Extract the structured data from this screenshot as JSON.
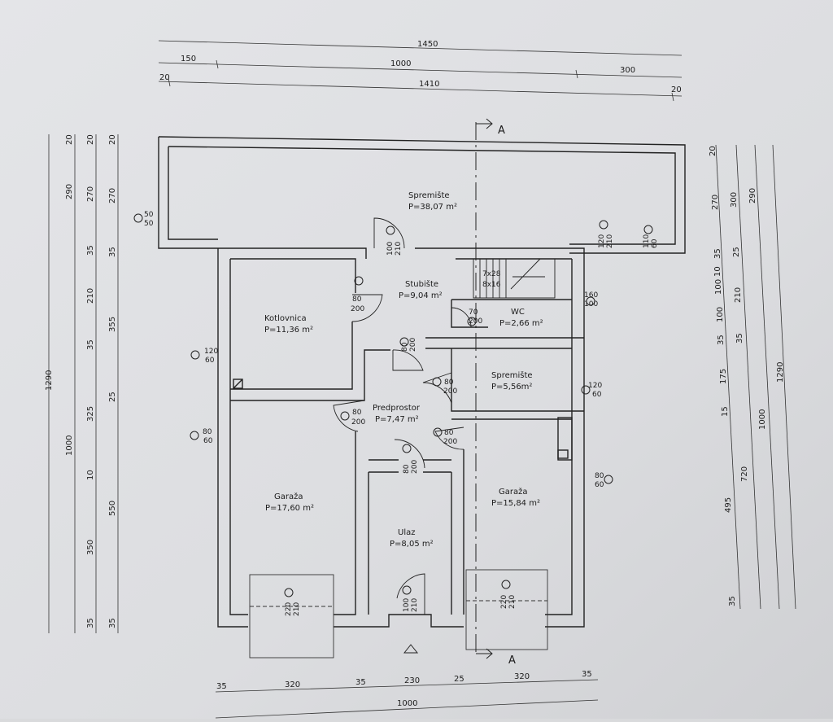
{
  "top_dimensions": {
    "overall": "1450",
    "left_offset": "150",
    "middle": "1000",
    "right_extension": "300",
    "inner_left": "20",
    "inner": "1410",
    "inner_right": "20"
  },
  "bottom_dimensions": {
    "segments": [
      "35",
      "320",
      "35",
      "230",
      "25",
      "320",
      "35"
    ],
    "total": "1000"
  },
  "left_dimensions": {
    "overall": "1290",
    "col1": [
      "20",
      "290",
      "1000"
    ],
    "col2": [
      "20",
      "270",
      "35",
      "210",
      "35",
      "325",
      "10",
      "350",
      "35"
    ],
    "col3": [
      "20",
      "270",
      "35",
      "355",
      "25",
      "550",
      "35"
    ]
  },
  "right_dimensions": {
    "col1": [
      "20",
      "270",
      "35",
      "10",
      "100",
      "100",
      "35",
      "175",
      "15",
      "495",
      "35"
    ],
    "col2": [
      "300",
      "25",
      "210",
      "35",
      "720"
    ],
    "col3": [
      "290",
      "1000"
    ],
    "col4": [
      "1290"
    ]
  },
  "section_marker": "A",
  "rooms": [
    {
      "name": "Spremište",
      "area": "P=38,07 m²"
    },
    {
      "name": "Stubište",
      "area": "P=9,04 m²"
    },
    {
      "name": "Kotlovnica",
      "area": "P=11,36 m²"
    },
    {
      "name": "WC",
      "area": "P=2,66 m²"
    },
    {
      "name": "Spremište",
      "area": "P=5,56m²"
    },
    {
      "name": "Predprostor",
      "area": "P=7,47 m²"
    },
    {
      "name": "Garaža",
      "area": "P=17,60 m²"
    },
    {
      "name": "Garaža",
      "area": "P=15,84 m²"
    },
    {
      "name": "Ulaz",
      "area": "P=8,05 m²"
    }
  ],
  "stairs_label": [
    "7x28",
    "8x16"
  ],
  "openings": [
    {
      "w": "50",
      "h": "50"
    },
    {
      "w": "100",
      "h": "210"
    },
    {
      "w": "120",
      "h": "210"
    },
    {
      "w": "110",
      "h": "60"
    },
    {
      "w": "80",
      "h": "200"
    },
    {
      "w": "160",
      "h": "100"
    },
    {
      "w": "70",
      "h": "200"
    },
    {
      "w": "120",
      "h": "60"
    },
    {
      "w": "80",
      "h": "200"
    },
    {
      "w": "80",
      "h": "200"
    },
    {
      "w": "120",
      "h": "60"
    },
    {
      "w": "80",
      "h": "200"
    },
    {
      "w": "80",
      "h": "60"
    },
    {
      "w": "80",
      "h": "200"
    },
    {
      "w": "80",
      "h": "200"
    },
    {
      "w": "80",
      "h": "60"
    },
    {
      "w": "220",
      "h": "210"
    },
    {
      "w": "100",
      "h": "210"
    },
    {
      "w": "220",
      "h": "210"
    }
  ]
}
